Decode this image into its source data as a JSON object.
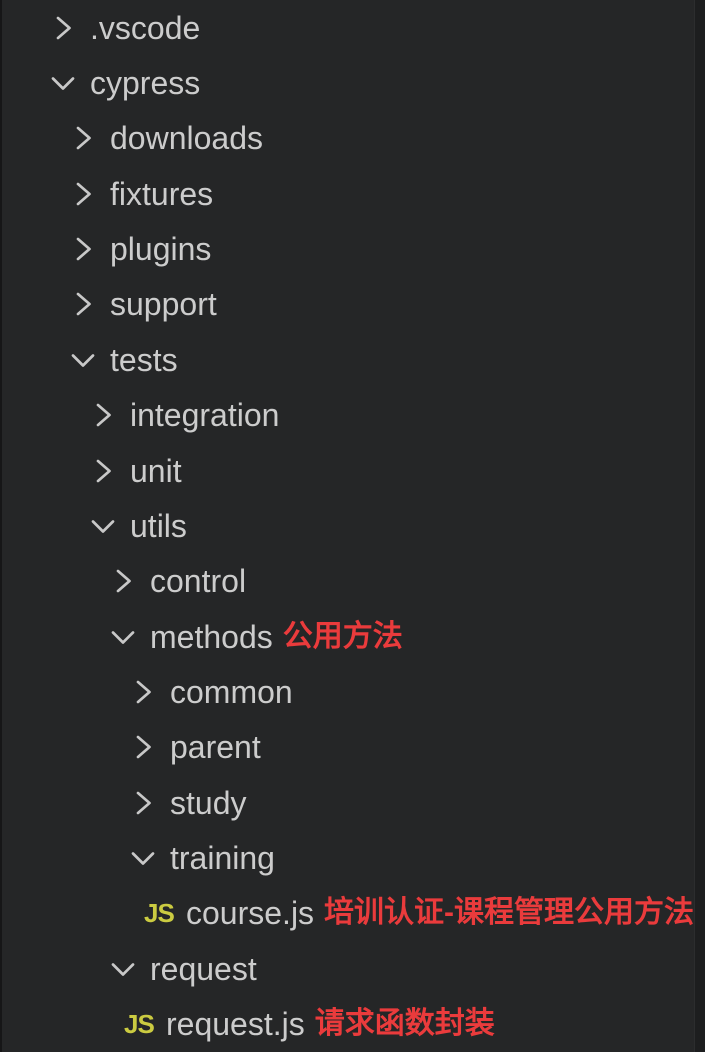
{
  "app": {
    "name": "VS Code Explorer",
    "view": "file-tree"
  },
  "colors": {
    "background": "#252627",
    "right_gutter": "#1d1e1f",
    "text": "#cccccc",
    "chevron": "#c8c8c8",
    "annotation_red": "#ea3b3c",
    "js_icon_yellow": "#cbcb41"
  },
  "icons": {
    "js_badge": "JS",
    "collapsed": "chevron-right-icon",
    "expanded": "chevron-down-icon"
  },
  "tree": {
    "rows": [
      {
        "label": ".vscode",
        "type": "folder",
        "expanded": false,
        "level": 0
      },
      {
        "label": "cypress",
        "type": "folder",
        "expanded": true,
        "level": 0
      },
      {
        "label": "downloads",
        "type": "folder",
        "expanded": false,
        "level": 1
      },
      {
        "label": "fixtures",
        "type": "folder",
        "expanded": false,
        "level": 1
      },
      {
        "label": "plugins",
        "type": "folder",
        "expanded": false,
        "level": 1
      },
      {
        "label": "support",
        "type": "folder",
        "expanded": false,
        "level": 1
      },
      {
        "label": "tests",
        "type": "folder",
        "expanded": true,
        "level": 1
      },
      {
        "label": "integration",
        "type": "folder",
        "expanded": false,
        "level": 2
      },
      {
        "label": "unit",
        "type": "folder",
        "expanded": false,
        "level": 2
      },
      {
        "label": "utils",
        "type": "folder",
        "expanded": true,
        "level": 2
      },
      {
        "label": "control",
        "type": "folder",
        "expanded": false,
        "level": 3
      },
      {
        "label": "methods",
        "type": "folder",
        "expanded": true,
        "level": 3,
        "annotation": "公用方法"
      },
      {
        "label": "common",
        "type": "folder",
        "expanded": false,
        "level": 4
      },
      {
        "label": "parent",
        "type": "folder",
        "expanded": false,
        "level": 4
      },
      {
        "label": "study",
        "type": "folder",
        "expanded": false,
        "level": 4
      },
      {
        "label": "training",
        "type": "folder",
        "expanded": true,
        "level": 4
      },
      {
        "label": "course.js",
        "type": "file",
        "icon": "js",
        "level": 5,
        "annotation": "培训认证-课程管理公用方法"
      },
      {
        "label": "request",
        "type": "folder",
        "expanded": true,
        "level": 3
      },
      {
        "label": "request.js",
        "type": "file",
        "icon": "js",
        "level": 4,
        "annotation": "请求函数封装"
      }
    ]
  }
}
